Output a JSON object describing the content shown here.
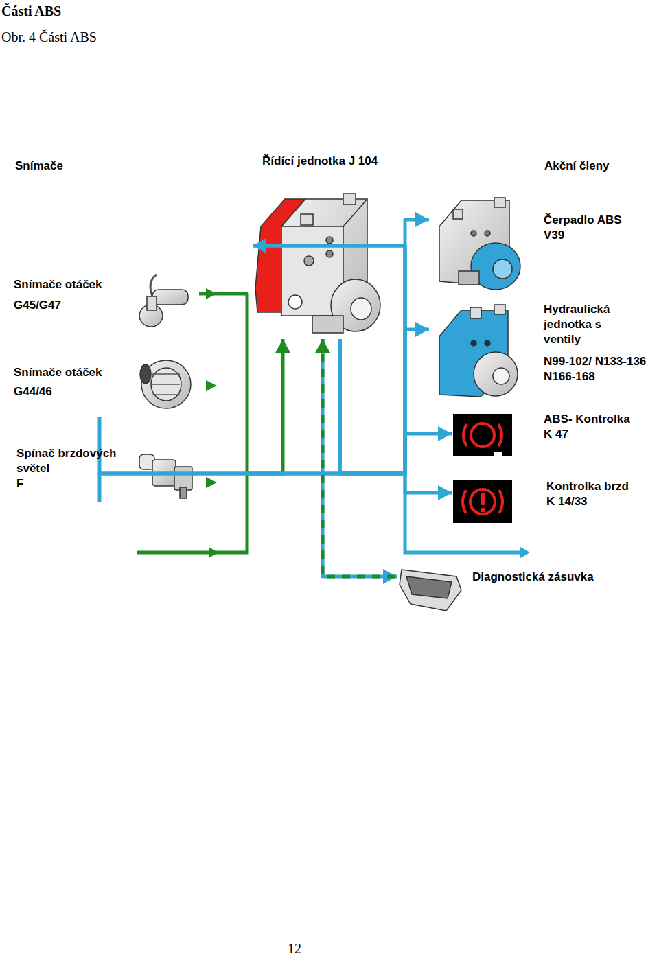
{
  "diagram": {
    "title": "Části ABS",
    "caption": "Obr. 4 Části ABS",
    "nodes": [
      {
        "text": [
          "Snímače otáček",
          "G45/G47"
        ]
      },
      {
        "text": [
          "Snímače otáček",
          "G44/46"
        ]
      },
      {
        "text": [
          "Spínač brzdových světel",
          "F"
        ]
      },
      {
        "text": [
          "Řídící jednotka J 104"
        ]
      },
      {
        "text": [
          "Čerpadlo ABS",
          "V39"
        ]
      },
      {
        "text": [
          "Hydraulická jednotka s ventily",
          "N99-102/ N133-136 N166-168"
        ]
      },
      {
        "text": [
          "ABS- Kontrolka K 47"
        ]
      },
      {
        "text": [
          "Kontrolka brzd",
          "K 14/33"
        ]
      },
      {
        "text": [
          "Diagnostická zásuvka"
        ]
      }
    ],
    "edges": [
      {
        "from": 0,
        "to": 3,
        "arrow": "to"
      },
      {
        "from": 1,
        "to": 3,
        "arrow": "to"
      },
      {
        "from": 2,
        "to": 3,
        "arrow": "to"
      },
      {
        "from": 3,
        "to": 4,
        "arrow": "to"
      },
      {
        "from": 3,
        "to": 5,
        "arrow": "to"
      },
      {
        "from": 3,
        "to": 6,
        "arrow": "to"
      },
      {
        "from": 3,
        "to": 7,
        "arrow": "to"
      },
      {
        "from": 3,
        "to": 8,
        "arrow": "both"
      }
    ],
    "labels": [
      "Snímače",
      "Akční členy",
      "12"
    ]
  }
}
